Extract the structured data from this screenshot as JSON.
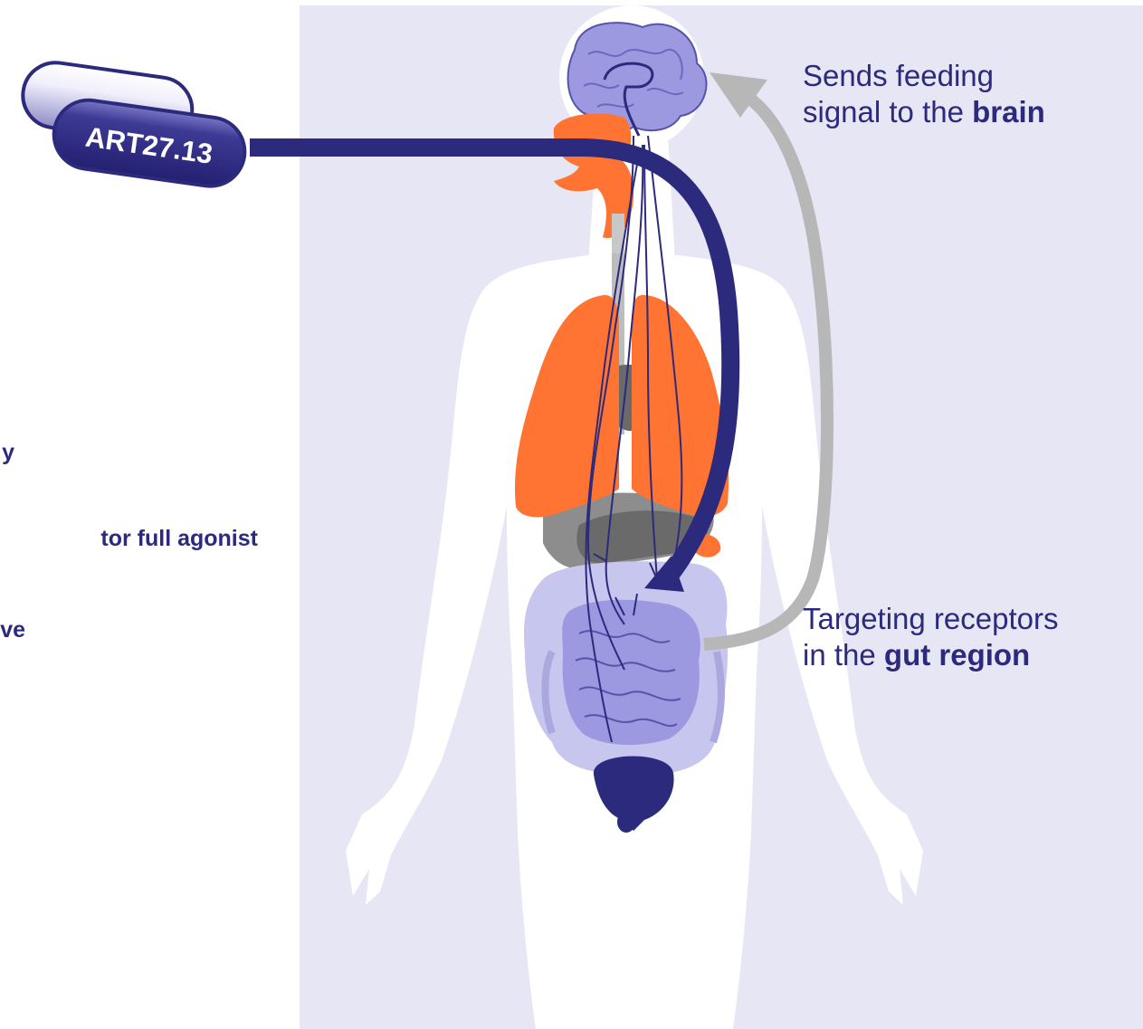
{
  "pill": {
    "label": "ART27.13"
  },
  "annotations": {
    "brain": {
      "line1": "Sends feeding",
      "line2_prefix": "signal to the ",
      "line2_bold": "brain"
    },
    "gut": {
      "line1": "Targeting receptors",
      "line2_prefix": "in the ",
      "line2_bold": "gut region"
    }
  },
  "side_list": {
    "item1": "y",
    "item2": "tor full agonist",
    "item3": "ve"
  },
  "colors": {
    "navy": "#2c2a7c",
    "orange": "#ff7433",
    "lavender": "#9c99e1",
    "light_lavender": "#c7c6ee",
    "background": "#e7e6f4",
    "gray": "#8d8d8d",
    "dark_gray": "#6a6a6a",
    "arrow_gray": "#b7b7b7"
  }
}
